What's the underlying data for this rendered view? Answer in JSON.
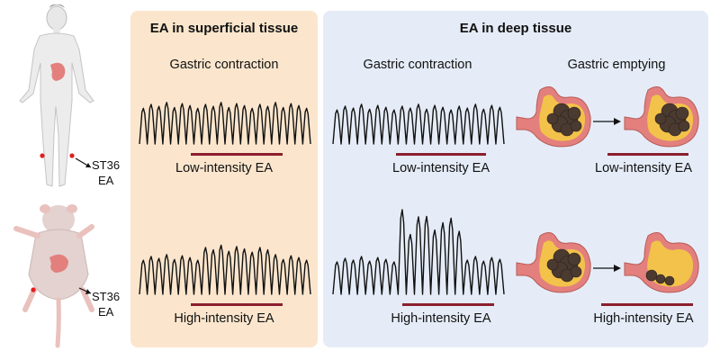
{
  "panels": {
    "superficial": {
      "title": "EA in superficial tissue",
      "subtitle": "Gastric contraction",
      "low_label": "Low-intensity EA",
      "high_label": "High-intensity EA"
    },
    "deep": {
      "title": "EA in deep tissue",
      "contraction_title": "Gastric contraction",
      "emptying_title": "Gastric emptying",
      "contraction_low": "Low-intensity EA",
      "contraction_high": "High-intensity EA",
      "emptying_low": "Low-intensity EA",
      "emptying_high": "High-intensity EA"
    }
  },
  "subjects": {
    "human_acupoint": "ST36",
    "human_ea": "EA",
    "mouse_acupoint": "ST36",
    "mouse_ea": "EA"
  },
  "colors": {
    "superficial_bg": "#fbe6cd",
    "deep_bg": "#e5ecf7",
    "intensity_bar": "#8b1f2e",
    "stomach_outer": "#e3807d",
    "stomach_inner": "#f2c24a",
    "food": "#4a3a30"
  }
}
